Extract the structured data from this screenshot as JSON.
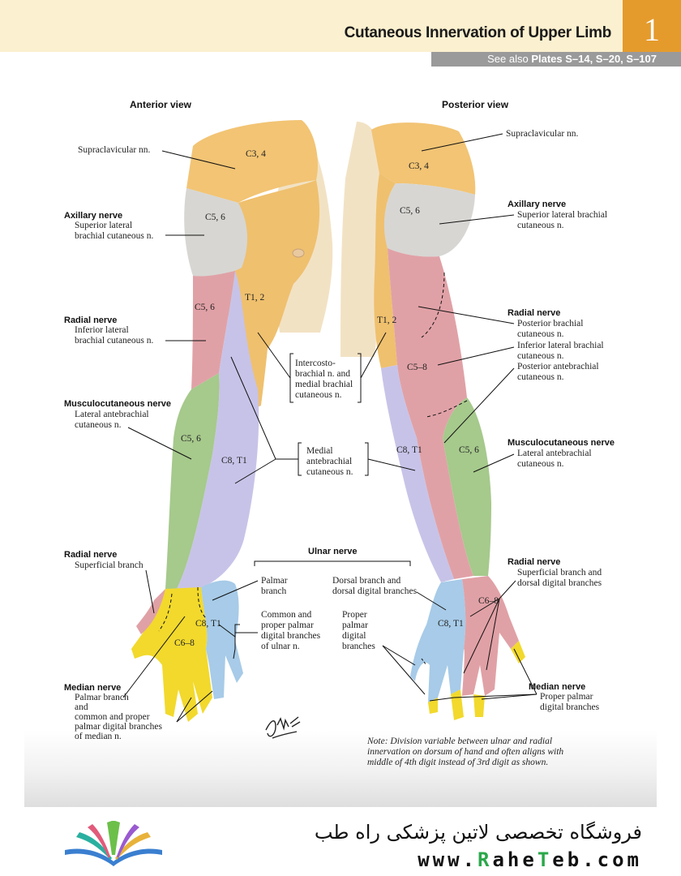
{
  "header": {
    "title": "Cutaneous Innervation of Upper Limb",
    "section_number": "1",
    "see_also_prefix": "See also ",
    "see_also_plates": "Plates S–14, S–20, S–107"
  },
  "views": {
    "anterior": "Anterior view",
    "posterior": "Posterior view"
  },
  "colors": {
    "supraclavicular": "#f2c474",
    "axillary": "#d7d6d3",
    "radial": "#e0a1a6",
    "intercosto": "#efc06e",
    "medial_antebrachial": "#c7c3e8",
    "musculocutaneous": "#a6c98c",
    "median": "#f2d92c",
    "ulnar": "#a7cbe8",
    "skin": "#f2e2c4",
    "header_bg": "#fbf0cf",
    "tab": "#e59b2c"
  },
  "segments": {
    "c3_4": "C3, 4",
    "c5_6": "C5, 6",
    "t1_2": "T1, 2",
    "c8_t1": "C8, T1",
    "c6_8": "C6–8",
    "c5_8": "C5–8"
  },
  "left_labels": {
    "supraclavicular": "Supraclavicular nn.",
    "axillary_title": "Axillary nerve",
    "axillary_l1": "Superior lateral",
    "axillary_l2": "brachial cutaneous n.",
    "radial_title": "Radial nerve",
    "radial_l1": "Inferior lateral",
    "radial_l2": "brachial cutaneous n.",
    "musculo_title": "Musculocutaneous nerve",
    "musculo_l1": "Lateral antebrachial",
    "musculo_l2": "cutaneous n.",
    "radial_sup_title": "Radial nerve",
    "radial_sup_l1": "Superficial branch",
    "median_title": "Median nerve",
    "median_l1": "Palmar branch",
    "median_l2": "and",
    "median_l3": "common and proper",
    "median_l4": "palmar digital branches",
    "median_l5": "of median n."
  },
  "center_labels": {
    "intercosto_l1": "Intercosto-",
    "intercosto_l2": "brachial n. and",
    "intercosto_l3": "medial brachial",
    "intercosto_l4": "cutaneous n.",
    "medial_ante_l1": "Medial",
    "medial_ante_l2": "antebrachial",
    "medial_ante_l3": "cutaneous n.",
    "ulnar_title": "Ulnar nerve",
    "palmar_l1": "Palmar",
    "palmar_l2": "branch",
    "common_l1": "Common and",
    "common_l2": "proper palmar",
    "common_l3": "digital branches",
    "common_l4": "of ulnar n.",
    "dorsal_l1": "Dorsal branch and",
    "dorsal_l2": "dorsal digital branches",
    "proper_l1": "Proper",
    "proper_l2": "palmar",
    "proper_l3": "digital",
    "proper_l4": "branches"
  },
  "right_labels": {
    "supraclavicular": "Supraclavicular nn.",
    "axillary_title": "Axillary nerve",
    "axillary_l1": "Superior lateral brachial",
    "axillary_l2": "cutaneous n.",
    "radial_title": "Radial nerve",
    "radial_l1": "Posterior brachial",
    "radial_l2": "cutaneous n.",
    "radial_l3": "Inferior lateral brachial",
    "radial_l4": "cutaneous n.",
    "radial_l5": "Posterior antebrachial",
    "radial_l6": "cutaneous n.",
    "musculo_title": "Musculocutaneous nerve",
    "musculo_l1": "Lateral antebrachial",
    "musculo_l2": "cutaneous n.",
    "radial_sup_title": "Radial nerve",
    "radial_sup_l1": "Superficial branch and",
    "radial_sup_l2": "dorsal digital branches",
    "median_title": "Median nerve",
    "median_l1": "Proper palmar",
    "median_l2": "digital branches"
  },
  "note": {
    "l1": "Note: Division variable between ulnar and radial",
    "l2": "innervation on dorsum of hand and often aligns with",
    "l3": "middle of 4th digit instead of 3rd digit as shown."
  },
  "watermark": {
    "persian": "فروشگاه تخصصی لاتین پزشکی  راه طب",
    "url_a": "www.",
    "url_b": "R",
    "url_c": "ahe",
    "url_d": "T",
    "url_e": "eb.com"
  }
}
